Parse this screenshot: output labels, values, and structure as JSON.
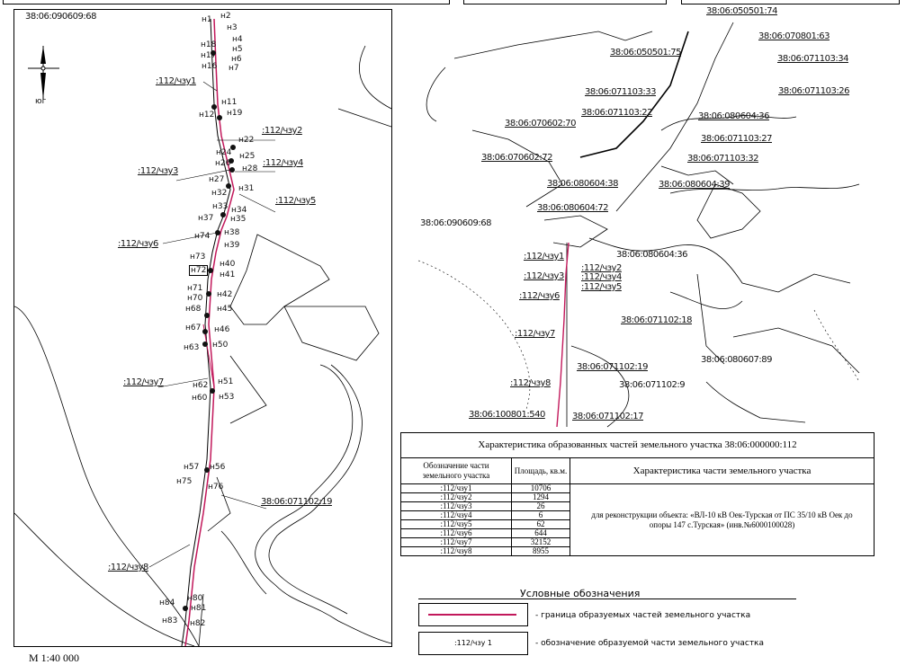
{
  "left_map": {
    "parcel_label": "38:06:090609:68",
    "north_label": "юг",
    "points_top": [
      "н1",
      "н2",
      "н3",
      "н18",
      "н4",
      "н5",
      "н17",
      "н6",
      "н16",
      "н7"
    ],
    "points_mid": [
      "н11",
      "н12",
      "н19",
      "н22",
      "н24",
      "н25",
      "н26",
      "н28",
      "н27",
      "н31",
      "н32",
      "н33",
      "н34",
      "н37",
      "н35",
      "н38",
      "н74",
      "н39",
      "н73",
      "н40",
      "н72",
      "н41",
      "н71",
      "н42",
      "н70",
      "н68",
      "н45",
      "н67",
      "н46",
      "н63",
      "н50",
      "н62",
      "н51",
      "н60",
      "н53"
    ],
    "points_low": [
      "н57",
      "н56",
      "н75",
      "н76",
      "н80",
      "н84",
      "н81",
      "н83",
      "н82"
    ],
    "parts": [
      ":112/чзу1",
      ":112/чзу2",
      ":112/чзу3",
      ":112/чзу4",
      ":112/чзу5",
      ":112/чзу6",
      ":112/чзу7",
      ":112/чзу8"
    ],
    "parcel_label_2": "38:06:071102:19",
    "scale": "М 1:40 000"
  },
  "right_map": {
    "parcels": [
      "38:06:050501:74",
      "38:06:070801:63",
      "38:06:050501:75",
      "38:06:071103:34",
      "38:06:071103:33",
      "38:06:071103:26",
      "38:06:071103:22",
      "38:06:080604:36",
      "38:06:070602:70",
      "38:06:071103:27",
      "38:06:070602:72",
      "38:06:071103:32",
      "38:06:080604:38",
      "38:06:080604:39",
      "38:06:080604:72",
      "38:06:090609:68",
      "38:06:080604:36",
      "38:06:071102:18",
      "38:06:080607:89",
      "38:06:071102:19",
      "38:06:071102:9",
      "38:06:100801:540",
      "38:06:071102:17"
    ],
    "parts": [
      ":112/чзу1",
      ":112/чзу2",
      ":112/чзу3",
      ":112/чзу4",
      ":112/чзу5",
      ":112/чзу6",
      ":112/чзу7",
      ":112/чзу8"
    ]
  },
  "table": {
    "title": "Характеристика образованных частей земельного участка 38:06:000000:112",
    "col1": "Обозначение части земельного участка",
    "col2": "Площадь, кв.м.",
    "col3": "Характеристика части земельного участка",
    "rows": [
      {
        "part": ":112/чзу1",
        "area": "10706"
      },
      {
        "part": ":112/чзу2",
        "area": "1294"
      },
      {
        "part": ":112/чзу3",
        "area": "26"
      },
      {
        "part": ":112/чзу4",
        "area": "6"
      },
      {
        "part": ":112/чзу5",
        "area": "62"
      },
      {
        "part": ":112/чзу6",
        "area": "644"
      },
      {
        "part": ":112/чзу7",
        "area": "32152"
      },
      {
        "part": ":112/чзу8",
        "area": "8955"
      }
    ],
    "description": "для реконструкции объекта: «ВЛ-10 кВ Оек-Турская от ПС 35/10 кВ Оек до опоры 147 с.Турская» (инв.№6000100028)"
  },
  "legend": {
    "title": "Условные обозначения",
    "item1": "- граница образуемых частей земельного участка",
    "item2_sample": ":112/чзу 1",
    "item2": "- обозначение образуемой части земельного участка"
  }
}
